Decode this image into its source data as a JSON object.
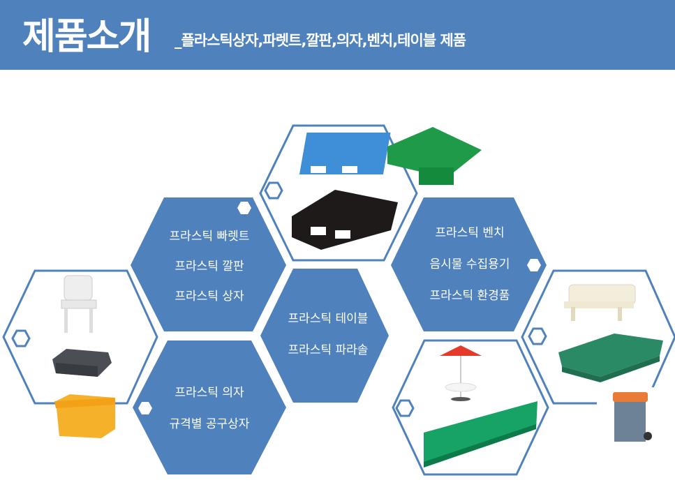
{
  "header": {
    "title": "제품소개",
    "subtitle": "_플라스틱상자,파렛트,깔판,의자,벤치,테이블 제품"
  },
  "hexes": {
    "pallet_group": [
      "프라스틱 빠렛트",
      "프라스틱 깔판",
      "프라스틱 상자"
    ],
    "chair_group": [
      "프라스틱 의자",
      "규격별 공구상자"
    ],
    "table_group": [
      "프라스틱 테이블",
      "프라스틱 파라솔"
    ],
    "bench_group": [
      "프라스틱 벤치",
      "음시물 수집용기",
      "프라스틱 환경품"
    ]
  },
  "colors": {
    "accent": "#4f81bd",
    "white": "#ffffff"
  }
}
